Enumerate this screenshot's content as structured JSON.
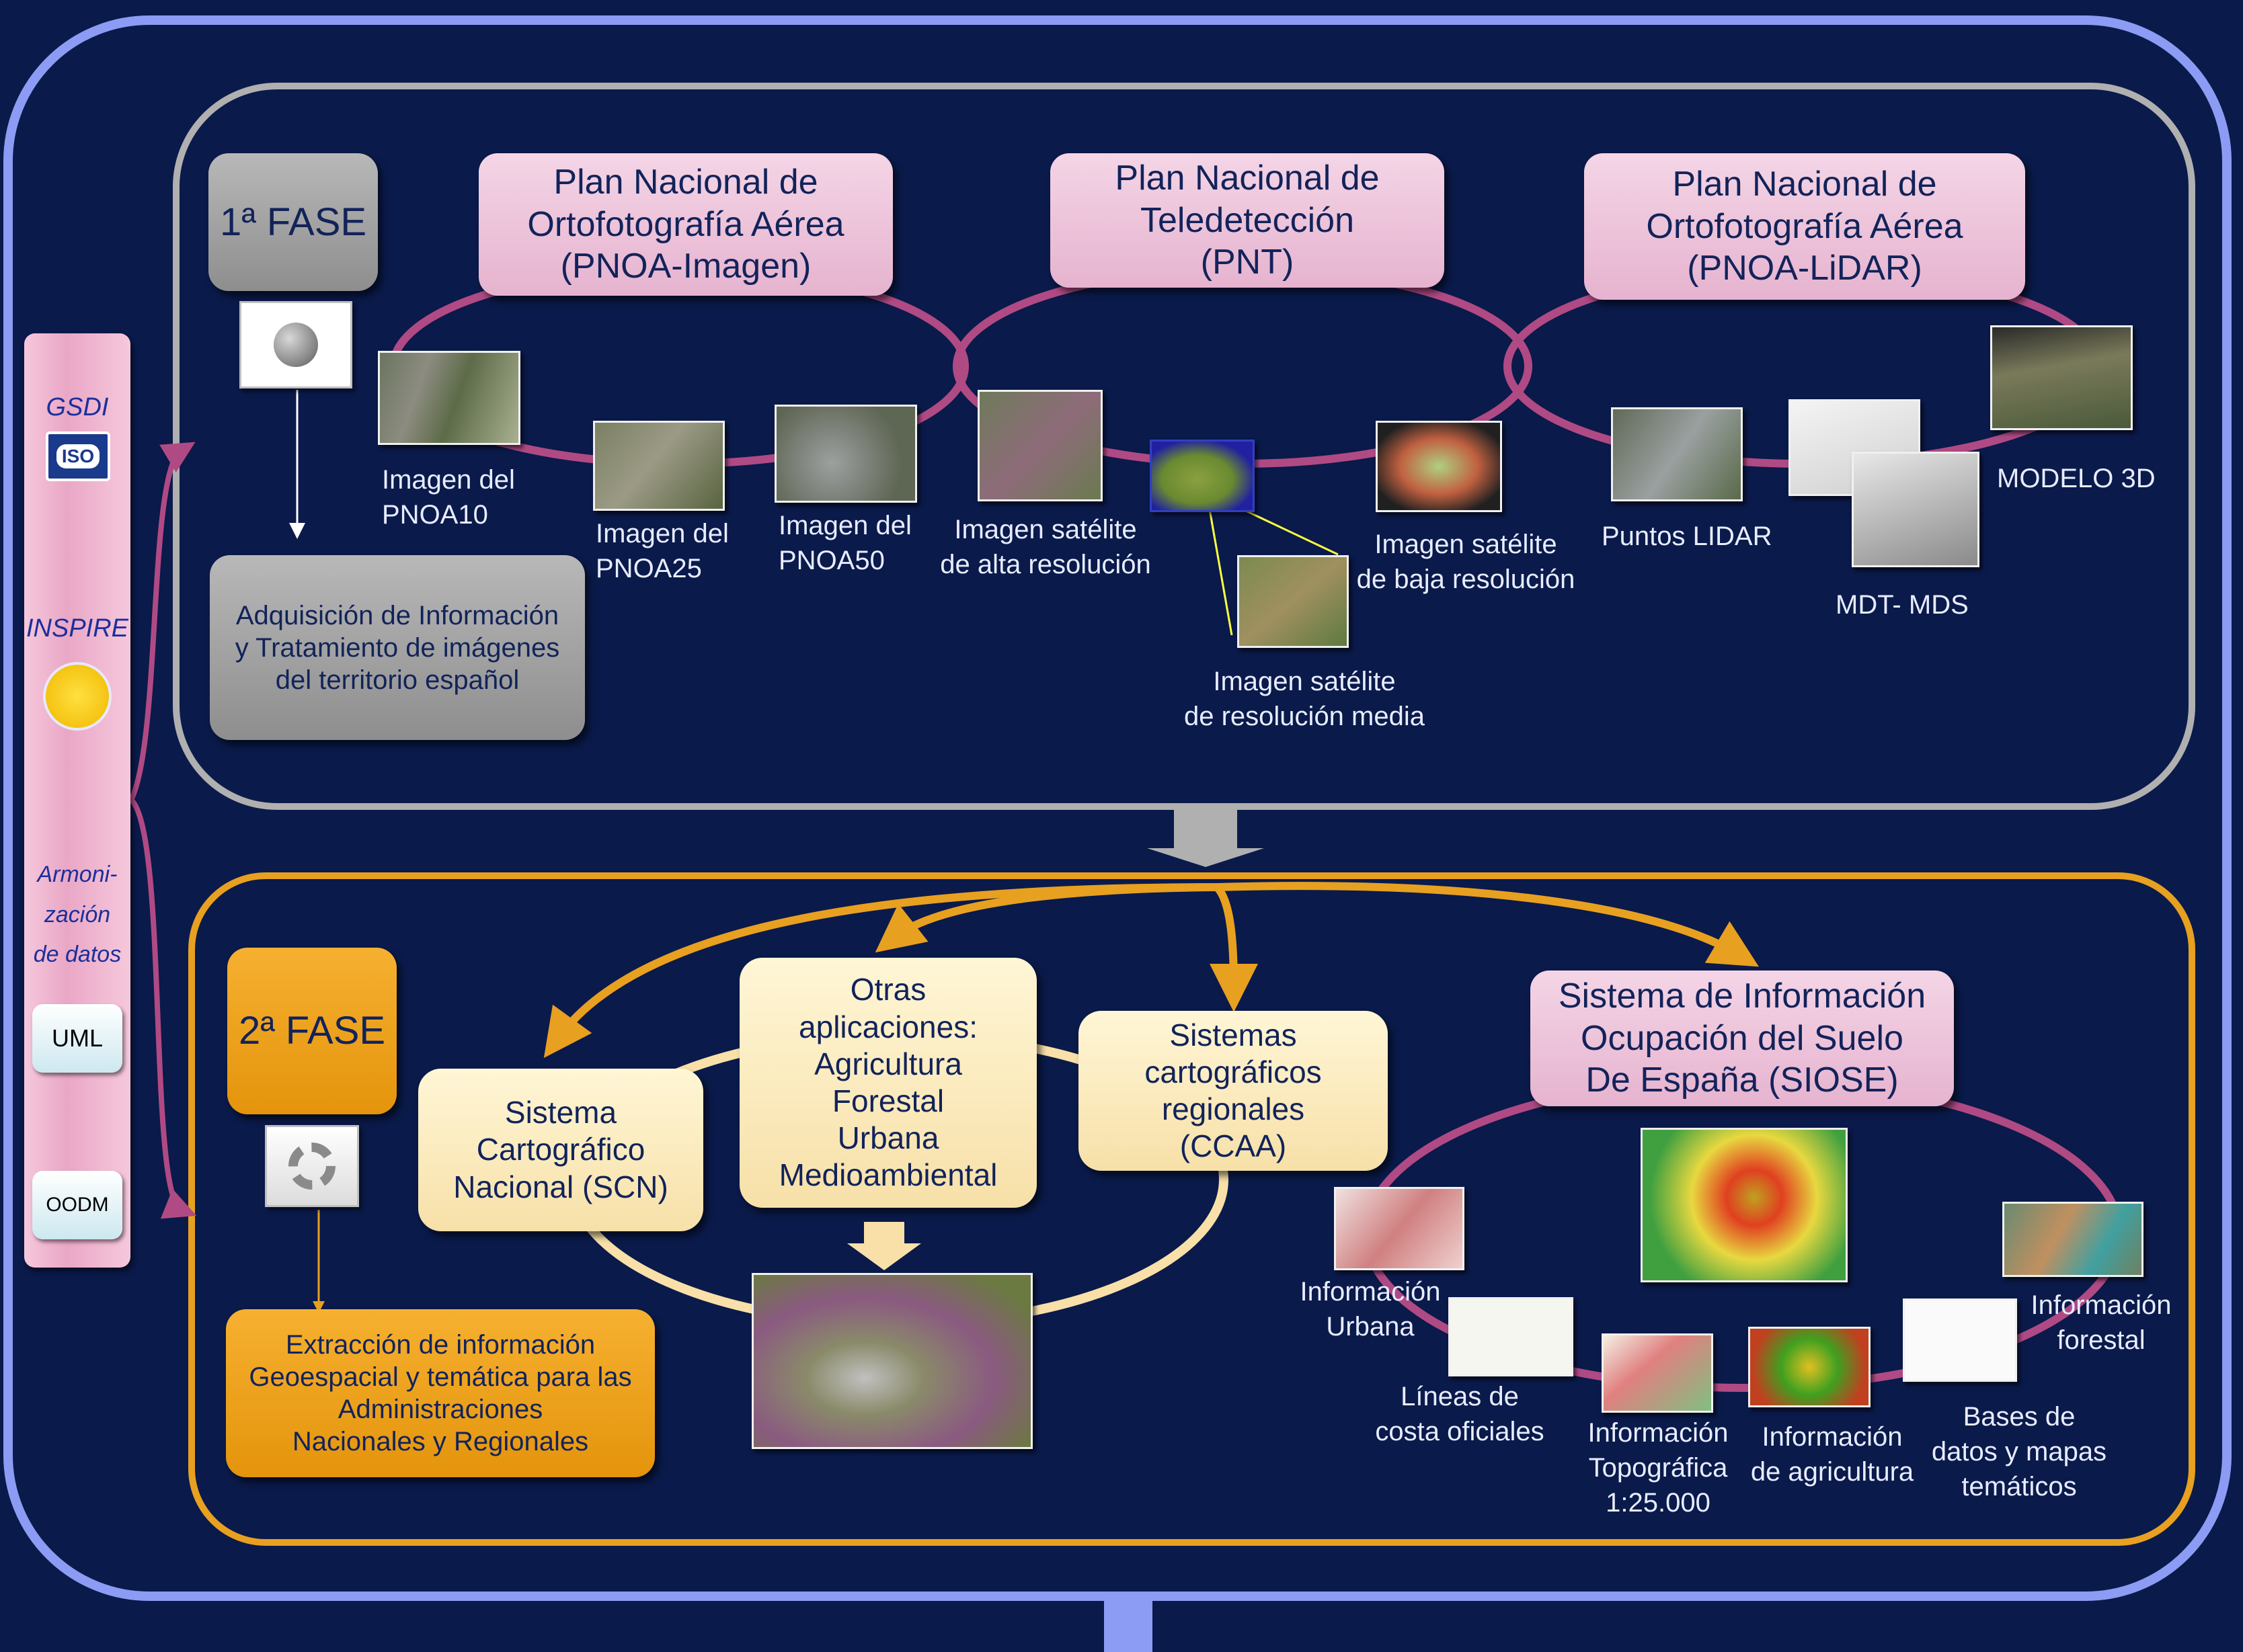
{
  "colors": {
    "background": "#0a1a4a",
    "outer_border": "#8c9cf4",
    "phase1_border": "#b0b0b0",
    "phase2_border": "#e8a020",
    "ring_pink": "#b04a84",
    "ring_cream": "#f8e0a8",
    "arrow_orange": "#e8a020"
  },
  "sidebar": {
    "gsdi": "GSDI",
    "iso": "ISO",
    "inspire": "INSPIRE",
    "armonizacion": "Armoni-\nzación\nde datos",
    "uml": "UML",
    "oodm": "OODM"
  },
  "phase1": {
    "title": "1ª FASE",
    "description": "Adquisición de Información\ny Tratamiento de imágenes\ndel territorio español",
    "plans": [
      "Plan Nacional de\nOrtofotografía Aérea\n(PNOA-Imagen)",
      "Plan Nacional de\nTeledetección\n(PNT)",
      "Plan Nacional de\nOrtofotografía Aérea\n(PNOA-LiDAR)"
    ],
    "products": [
      "Imagen del\nPNOA10",
      "Imagen del\nPNOA25",
      "Imagen del\nPNOA50",
      "Imagen satélite\nde alta resolución",
      "Imagen satélite\nde resolución media",
      "Imagen satélite\nde baja resolución",
      "Puntos LIDAR",
      "MDT- MDS",
      "MODELO 3D"
    ]
  },
  "phase2": {
    "title": "2ª FASE",
    "description": "Extracción de información\nGeoespacial y temática para las\nAdministraciones\nNacionales y Regionales",
    "systems": {
      "scn": "Sistema\nCartográfico\nNacional (SCN)",
      "otras": "Otras\naplicaciones:\nAgricultura\nForestal\nUrbana\nMedioambiental",
      "ccaa": "Sistemas\ncartográficos\nregionales\n(CCAA)",
      "siose": "Sistema de Información\nOcupación del Suelo\nDe España (SIOSE)"
    },
    "siose_products": [
      "Información\nUrbana",
      "Líneas de\ncosta oficiales",
      "Información\nTopográfica\n1:25.000",
      "Información\nde agricultura",
      "Bases de\ndatos y mapas\ntemáticos",
      "Información\nforestal"
    ]
  }
}
